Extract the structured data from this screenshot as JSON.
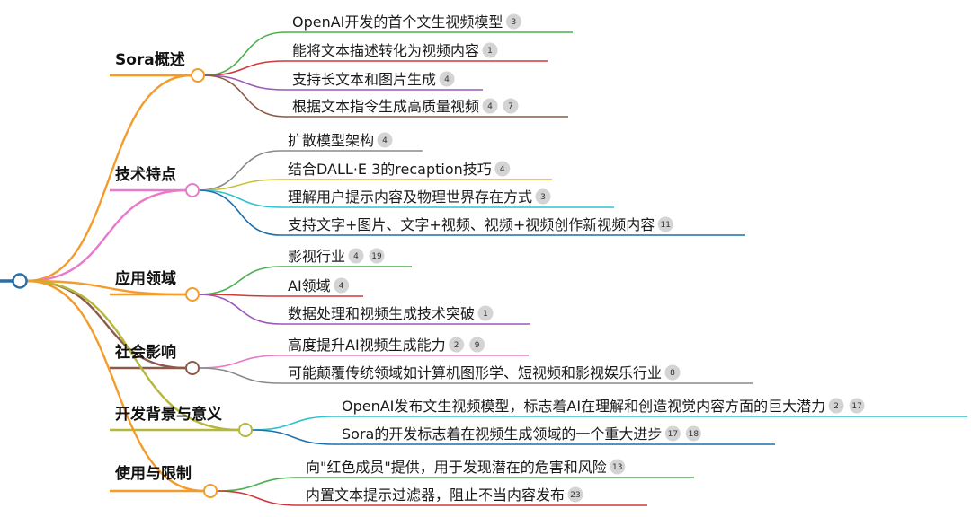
{
  "mindmap": {
    "root_color": "#2a6ea6",
    "branches": [
      {
        "label": "Sora概述",
        "color": "#f39c2b",
        "children": [
          {
            "text": "OpenAI开发的首个文生视频模型",
            "badges": [
              "3"
            ],
            "color": "#4caf50"
          },
          {
            "text": "能将文本描述转化为视频内容",
            "badges": [
              "1"
            ],
            "color": "#d0383a"
          },
          {
            "text": "支持长文本和图片生成",
            "badges": [
              "4"
            ],
            "color": "#9b59b6"
          },
          {
            "text": "根据文本指令生成高质量视频",
            "badges": [
              "4",
              "7"
            ],
            "color": "#8d5a4a"
          }
        ]
      },
      {
        "label": "技术特点",
        "color": "#e87ac8",
        "children": [
          {
            "text": "扩散模型架构",
            "badges": [
              "4"
            ],
            "color": "#8a8a8a"
          },
          {
            "text": "结合DALL·E 3的recaption技巧",
            "badges": [
              "4"
            ],
            "color": "#c8c23a"
          },
          {
            "text": "理解用户提示内容及物理世界存在方式",
            "badges": [
              "3"
            ],
            "color": "#2cc4cf"
          },
          {
            "text": "支持文字+图片、文字+视频、视频+视频创作新视频内容",
            "badges": [
              "11"
            ],
            "color": "#1f6fa8"
          }
        ]
      },
      {
        "label": "应用领域",
        "color": "#f39c2b",
        "children": [
          {
            "text": "影视行业",
            "badges": [
              "4",
              "19"
            ],
            "color": "#4caf50"
          },
          {
            "text": "AI领域",
            "badges": [
              "4"
            ],
            "color": "#d0383a"
          },
          {
            "text": "数据处理和视频生成技术突破",
            "badges": [
              "1"
            ],
            "color": "#9b59b6"
          }
        ]
      },
      {
        "label": "社会影响",
        "color": "#8d5a4a",
        "children": [
          {
            "text": "高度提升AI视频生成能力",
            "badges": [
              "2",
              "9"
            ],
            "color": "#e87ac8"
          },
          {
            "text": "可能颠覆传统领域如计算机图形学、短视频和影视娱乐行业",
            "badges": [
              "8"
            ],
            "color": "#8a8a8a"
          }
        ]
      },
      {
        "label": "开发背景与意义",
        "color": "#b5b83a",
        "children": [
          {
            "text": "OpenAI发布文生视频模型，标志着AI在理解和创造视觉内容方面的巨大潜力",
            "badges": [
              "2",
              "17"
            ],
            "color": "#2cc4cf"
          },
          {
            "text": "Sora的开发标志着在视频生成领域的一个重大进步",
            "badges": [
              "17",
              "18"
            ],
            "color": "#1f6fa8"
          }
        ]
      },
      {
        "label": "使用与限制",
        "color": "#f39c2b",
        "children": [
          {
            "text": "向\"红色成员\"提供，用于发现潜在的危害和风险",
            "badges": [
              "13"
            ],
            "color": "#4caf50"
          },
          {
            "text": "内置文本提示过滤器，阻止不当内容发布",
            "badges": [
              "23"
            ],
            "color": "#d0383a"
          }
        ]
      }
    ]
  }
}
